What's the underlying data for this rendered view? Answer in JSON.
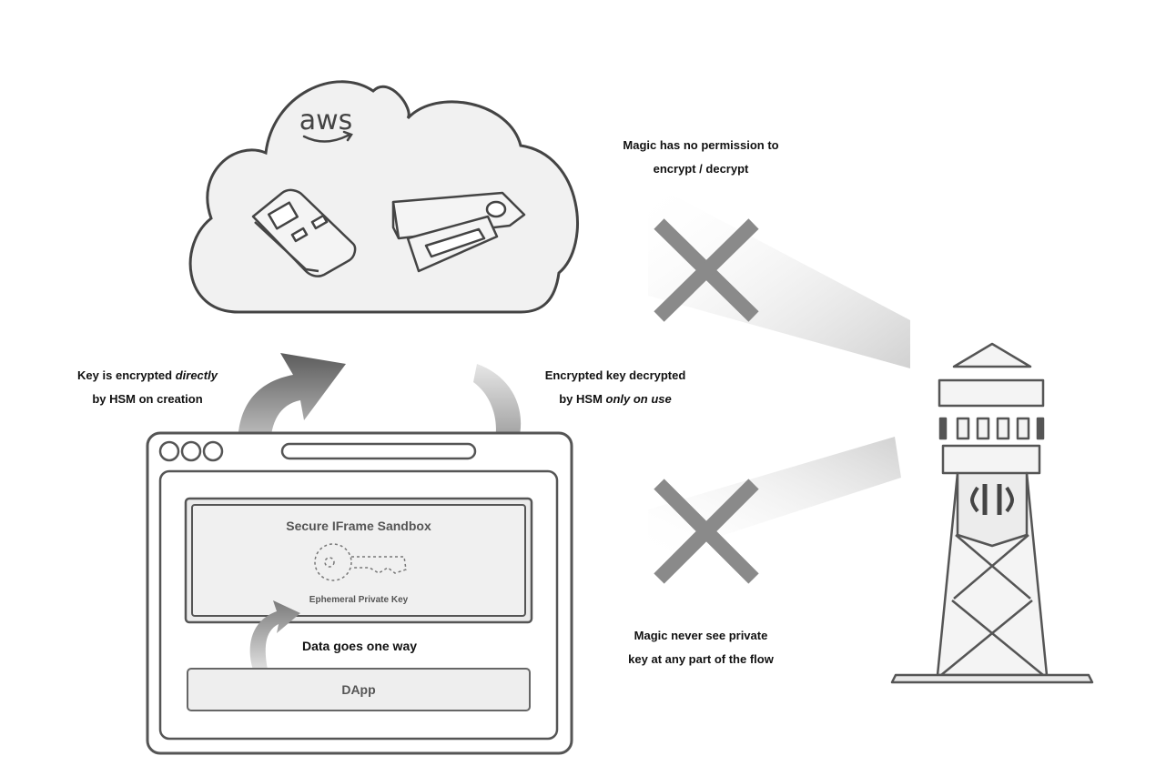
{
  "cloud": {
    "logo_text": "aws"
  },
  "labels": {
    "top_right": {
      "line1": "Magic has no permission to",
      "line2": "encrypt / decrypt"
    },
    "left_encrypt": {
      "line1_prefix": "Key is encrypted ",
      "line1_emph": "directly",
      "line2": "by HSM on creation"
    },
    "center_decrypt": {
      "line1": "Encrypted key decrypted",
      "line2_prefix": "by HSM ",
      "line2_emph": "only on use"
    },
    "bottom_right": {
      "line1": "Magic never see private",
      "line2": "key at any part of the flow"
    },
    "data_flow": "Data goes one way"
  },
  "browser": {
    "sandbox_title": "Secure IFrame Sandbox",
    "key_caption": "Ephemeral Private Key",
    "dapp_label": "DApp"
  }
}
